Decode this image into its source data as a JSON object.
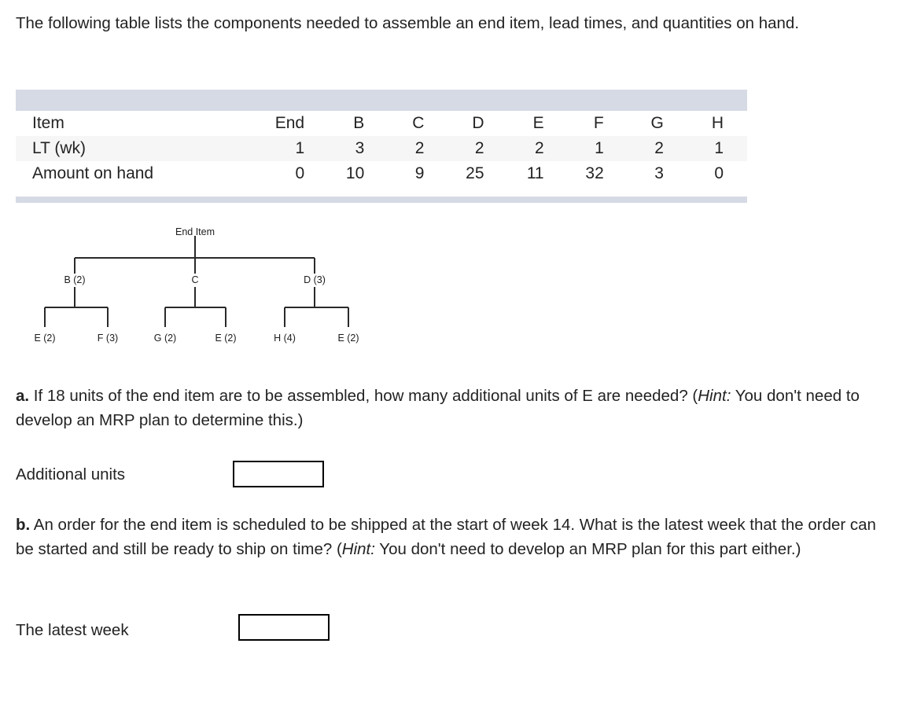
{
  "intro": {
    "text": "The following table lists the components needed to assemble an end item, lead times, and quantities on hand."
  },
  "table": {
    "row_labels": [
      "Item",
      "LT (wk)",
      "Amount on hand"
    ],
    "items": [
      "End",
      "B",
      "C",
      "D",
      "E",
      "F",
      "G",
      "H"
    ],
    "lead_times": [
      "1",
      "3",
      "2",
      "2",
      "2",
      "1",
      "2",
      "1"
    ],
    "amount_on_hand": [
      "0",
      "10",
      "9",
      "25",
      "11",
      "32",
      "3",
      "0"
    ],
    "header_bar_color": "#d5dae4",
    "shaded_row_color": "#f6f6f7"
  },
  "tree": {
    "root": "End Item",
    "level1": [
      "B (2)",
      "C",
      "D (3)"
    ],
    "level2": [
      "E (2)",
      "F (3)",
      "G (2)",
      "E (2)",
      "H (4)",
      "E (2)"
    ],
    "line_color": "#2a2a2a"
  },
  "question_a": {
    "marker": "a.",
    "text_1": " If 18 units of the end item are to be assembled, how many additional units of E are needed? (",
    "hint": "Hint:",
    "text_2": " You don't need to develop an MRP plan to determine this.)",
    "answer_label": "Additional units",
    "answer_value": "",
    "answer_placeholder": ""
  },
  "question_b": {
    "marker": "b.",
    "text_1": " An order for the end item is scheduled to be shipped at the start of week 14. What is the latest week that the order can be started and still be ready to ship on time? (",
    "hint": "Hint:",
    "text_2": " You don't need to develop an MRP plan for this part either.)",
    "answer_label": "The latest week",
    "answer_value": "",
    "answer_placeholder": ""
  }
}
